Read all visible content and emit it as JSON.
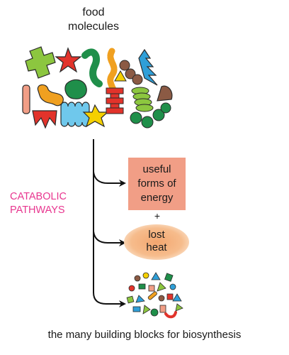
{
  "title": {
    "line1": "food",
    "line2": "molecules"
  },
  "pathway": {
    "line1": "CATABOLIC",
    "line2": "PATHWAYS",
    "color": "#e8368f"
  },
  "energy": {
    "line1": "useful",
    "line2": "forms of",
    "line3": "energy",
    "box_color": "#f19e86"
  },
  "plus": "+",
  "heat": {
    "line1": "lost",
    "line2": "heat",
    "glow_color": "#f3a66f"
  },
  "caption": "the many building blocks for biosynthesis"
}
